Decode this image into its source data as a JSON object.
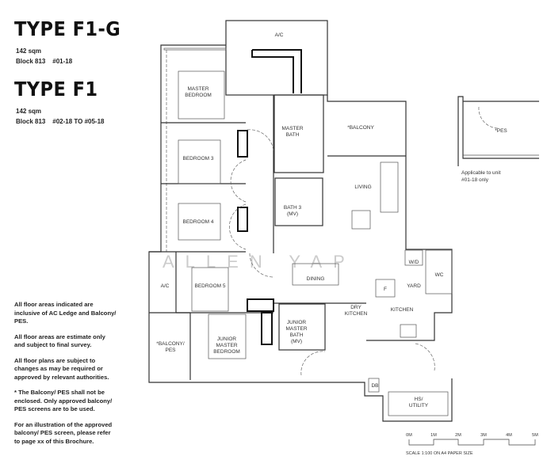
{
  "types": [
    {
      "name": "TYPE F1-G",
      "area": "142 sqm",
      "block": "Block 813",
      "units": "#01-18"
    },
    {
      "name": "TYPE F1",
      "area": "142 sqm",
      "block": "Block 813",
      "units": "#02-18 TO #05-18"
    }
  ],
  "notes": [
    "All floor areas indicated are inclusive of AC Ledge and Balcony/ PES.",
    "All floor areas are estimate only and subject to final survey.",
    "All floor plans are subject to changes as may be required or approved by relevant authorities.",
    "* The Balcony/ PES shall not be enclosed. Only approved balcony/ PES screens are to be used.",
    "For an illustration of the approved balcony/ PES screen, please refer to page xx of this Brochure."
  ],
  "rooms": {
    "ac_top": "A/C",
    "master_bedroom": [
      "MASTER",
      "BEDROOM"
    ],
    "master_bath": [
      "MASTER",
      "BATH"
    ],
    "balcony": "*BALCONY",
    "bedroom3": "BEDROOM 3",
    "bedroom4": "BEDROOM 4",
    "bath3": [
      "BATH 3",
      "(MV)"
    ],
    "living": "LIVING",
    "dining": "DINING",
    "ac_left": "A/C",
    "bedroom5": "BEDROOM 5",
    "balcony_pes": [
      "*BALCONY/",
      "PES"
    ],
    "junior_master_bedroom": [
      "JUNIOR",
      "MASTER",
      "BEDROOM"
    ],
    "junior_master_bath": [
      "JUNIOR",
      "MASTER",
      "BATH",
      "(MV)"
    ],
    "dry_kitchen": [
      "DRY",
      "KITCHEN"
    ],
    "kitchen": "KITCHEN",
    "yard": "YARD",
    "wd": "W/D",
    "wc": "WC",
    "fridge": "F",
    "db": "DB",
    "hs_utility": [
      "HS/",
      "UTILITY"
    ],
    "pes": "*PES"
  },
  "pes_note": [
    "Applicable to unit",
    "#01-18 only"
  ],
  "watermark": "ALLEN YAP",
  "scale": {
    "ticks": [
      "0M",
      "1M",
      "2M",
      "3M",
      "4M",
      "5M"
    ],
    "caption": "SCALE  1:100 ON A4 PAPER SIZE"
  }
}
